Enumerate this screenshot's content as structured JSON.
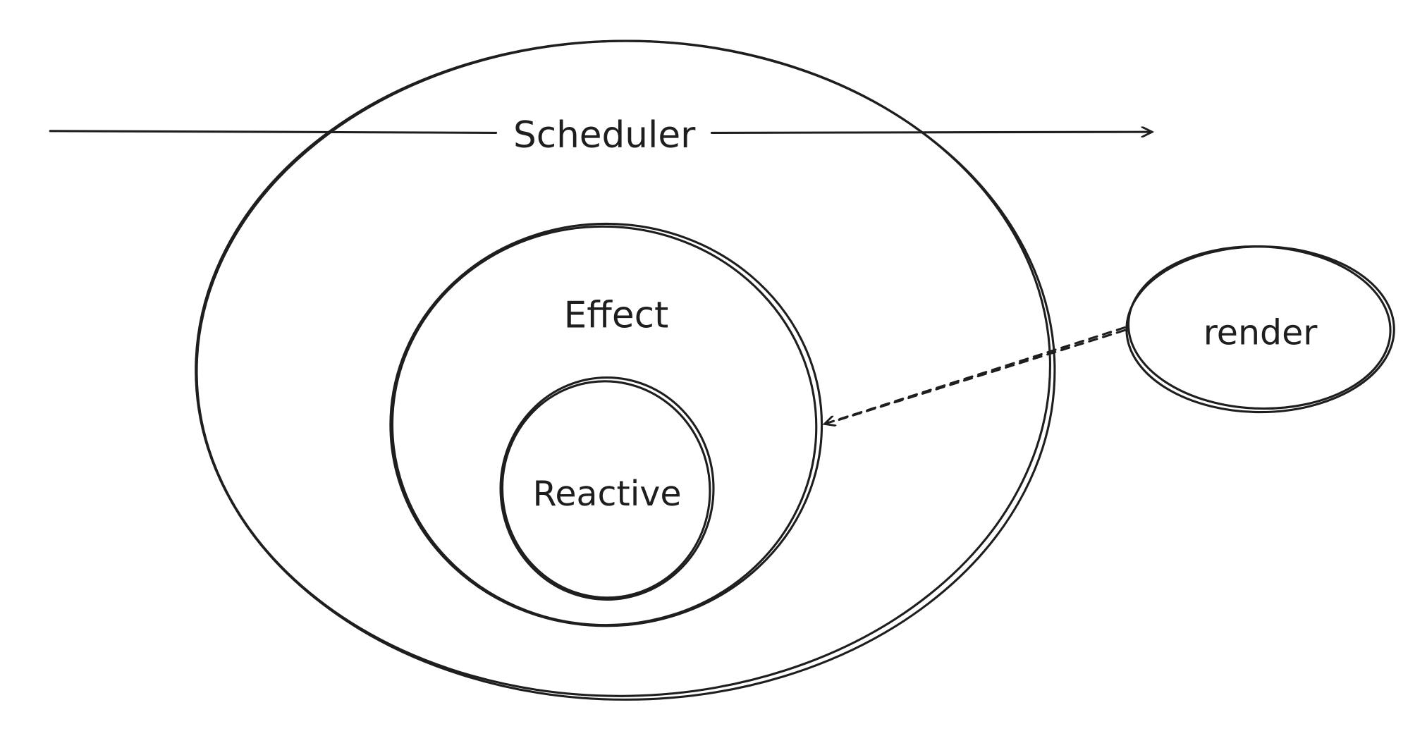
{
  "diagram": {
    "nodes": {
      "scheduler": "Scheduler",
      "effect": "Effect",
      "reactive": "Reactive",
      "render": "render"
    },
    "edges": [
      {
        "from": "render",
        "to": "effect",
        "style": "dashed"
      }
    ],
    "timeline_arrow": {
      "label_ref": "scheduler",
      "direction": "right"
    },
    "stroke_color": "#1e1e1e",
    "background": "#ffffff"
  }
}
